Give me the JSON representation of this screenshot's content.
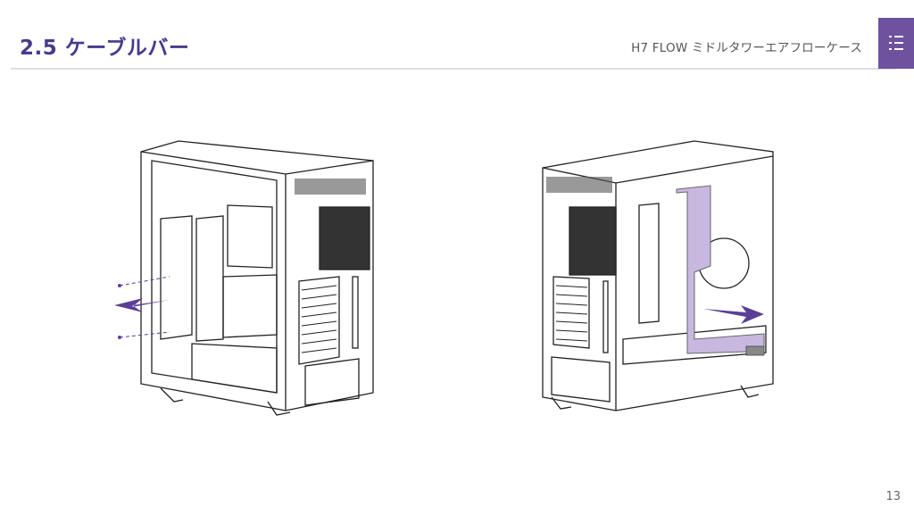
{
  "header": {
    "section_title": "2.5 ケーブルバー",
    "product_name": "H7 FLOW ミドルタワーエアフローケース",
    "menu_icon": "list-menu-icon"
  },
  "footer": {
    "page_number": "13"
  },
  "colors": {
    "accent": "#6e529e",
    "title": "#4a3a8c",
    "cable_bar": "#c8b8e0"
  }
}
